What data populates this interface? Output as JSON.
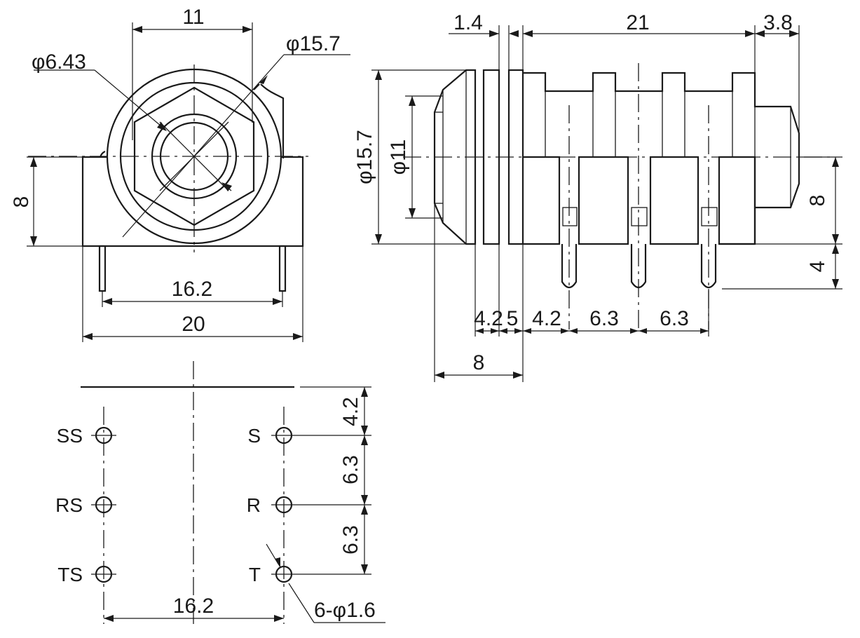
{
  "front_view": {
    "width_top": "11",
    "hole_dia": "φ6.43",
    "flange_dia": "φ15.7",
    "height": "8",
    "pin_span": "16.2",
    "body_width": "20"
  },
  "side_view": {
    "flange_thk": "1.4",
    "body_len": "21",
    "tail_len": "3.8",
    "flange_dia": "φ15.7",
    "thread_dia": "φ11",
    "body_height": "8",
    "pin_len": "4",
    "seg_a": "4.2",
    "seg_b": "5",
    "seg_c": "4.2",
    "seg_d": "6.3",
    "seg_e": "6.3",
    "front_len": "8"
  },
  "footprint": {
    "pitch_first": "4.2",
    "pitch_1": "6.3",
    "pitch_2": "6.3",
    "row_span": "16.2",
    "hole_callout": "6-φ1.6",
    "left_pins": [
      "SS",
      "RS",
      "TS"
    ],
    "right_pins": [
      "S",
      "R",
      "T"
    ]
  }
}
